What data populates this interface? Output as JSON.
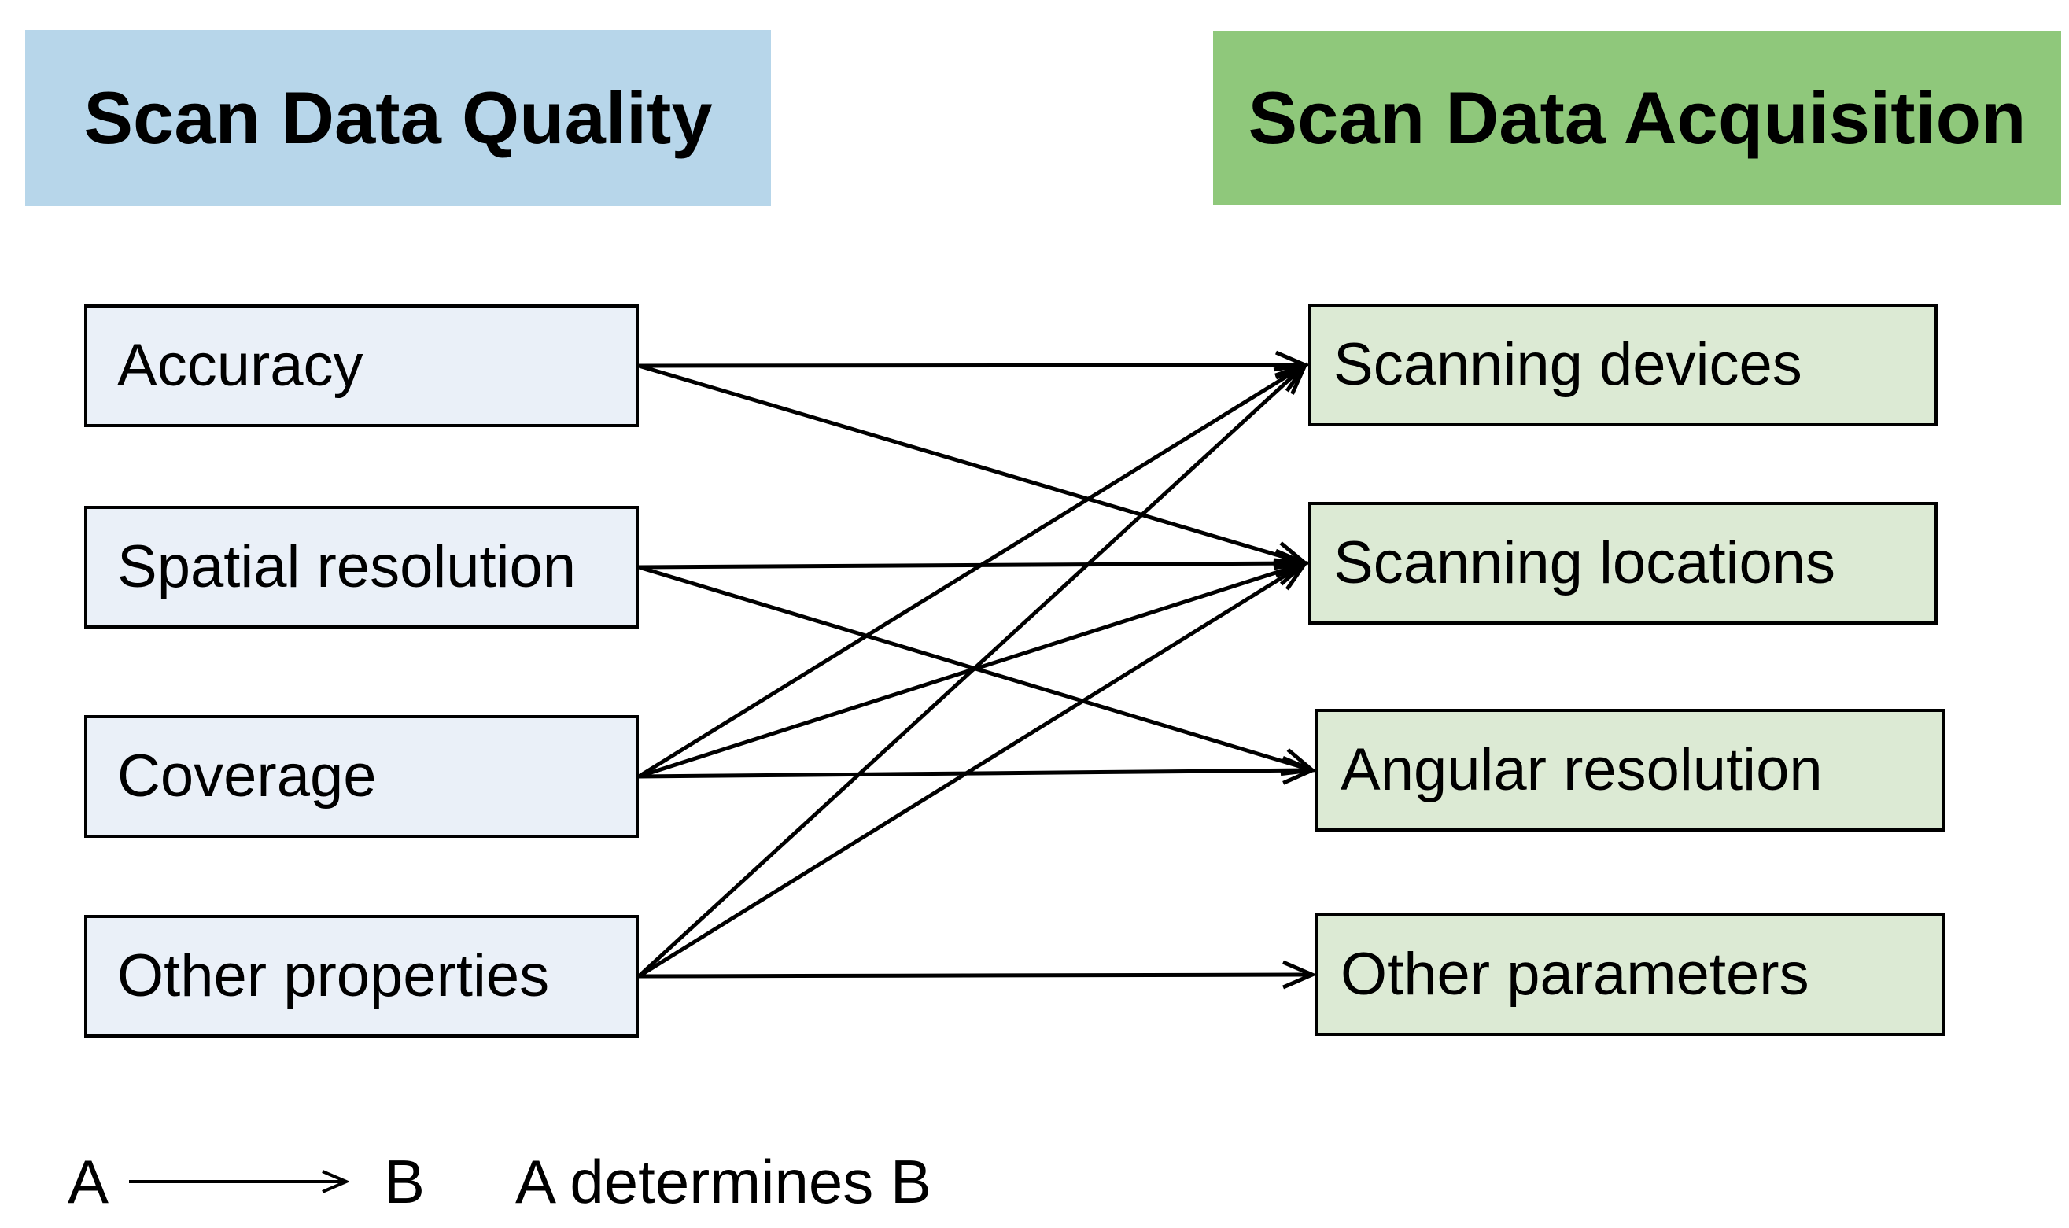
{
  "headers": {
    "quality": {
      "label": "Scan Data Quality"
    },
    "acquisition": {
      "label": "Scan Data Acquisition"
    }
  },
  "nodes": {
    "quality": [
      {
        "id": "accuracy",
        "label": "Accuracy"
      },
      {
        "id": "spatial-resolution",
        "label": "Spatial resolution"
      },
      {
        "id": "coverage",
        "label": "Coverage"
      },
      {
        "id": "other-properties",
        "label": "Other properties"
      }
    ],
    "acquisition": [
      {
        "id": "scanning-devices",
        "label": "Scanning devices"
      },
      {
        "id": "scanning-locations",
        "label": "Scanning locations"
      },
      {
        "id": "angular-resolution",
        "label": "Angular resolution"
      },
      {
        "id": "other-parameters",
        "label": "Other parameters"
      }
    ]
  },
  "edges": [
    {
      "from": "accuracy",
      "to": "scanning-devices"
    },
    {
      "from": "accuracy",
      "to": "scanning-locations"
    },
    {
      "from": "spatial-resolution",
      "to": "scanning-locations"
    },
    {
      "from": "spatial-resolution",
      "to": "angular-resolution"
    },
    {
      "from": "coverage",
      "to": "scanning-devices"
    },
    {
      "from": "coverage",
      "to": "scanning-locations"
    },
    {
      "from": "coverage",
      "to": "angular-resolution"
    },
    {
      "from": "other-properties",
      "to": "scanning-devices"
    },
    {
      "from": "other-properties",
      "to": "scanning-locations"
    },
    {
      "from": "other-properties",
      "to": "other-parameters"
    }
  ],
  "legend": {
    "source_label": "A",
    "target_label": "B",
    "relation": "A determines B"
  },
  "colors": {
    "quality_header_bg": "#b7d6ea",
    "acquisition_header_bg": "#8fc87b",
    "quality_node_bg": "#eaf0f8",
    "acquisition_node_bg": "#dcead4",
    "line": "#000000",
    "text": "#000000",
    "background": "#ffffff"
  }
}
